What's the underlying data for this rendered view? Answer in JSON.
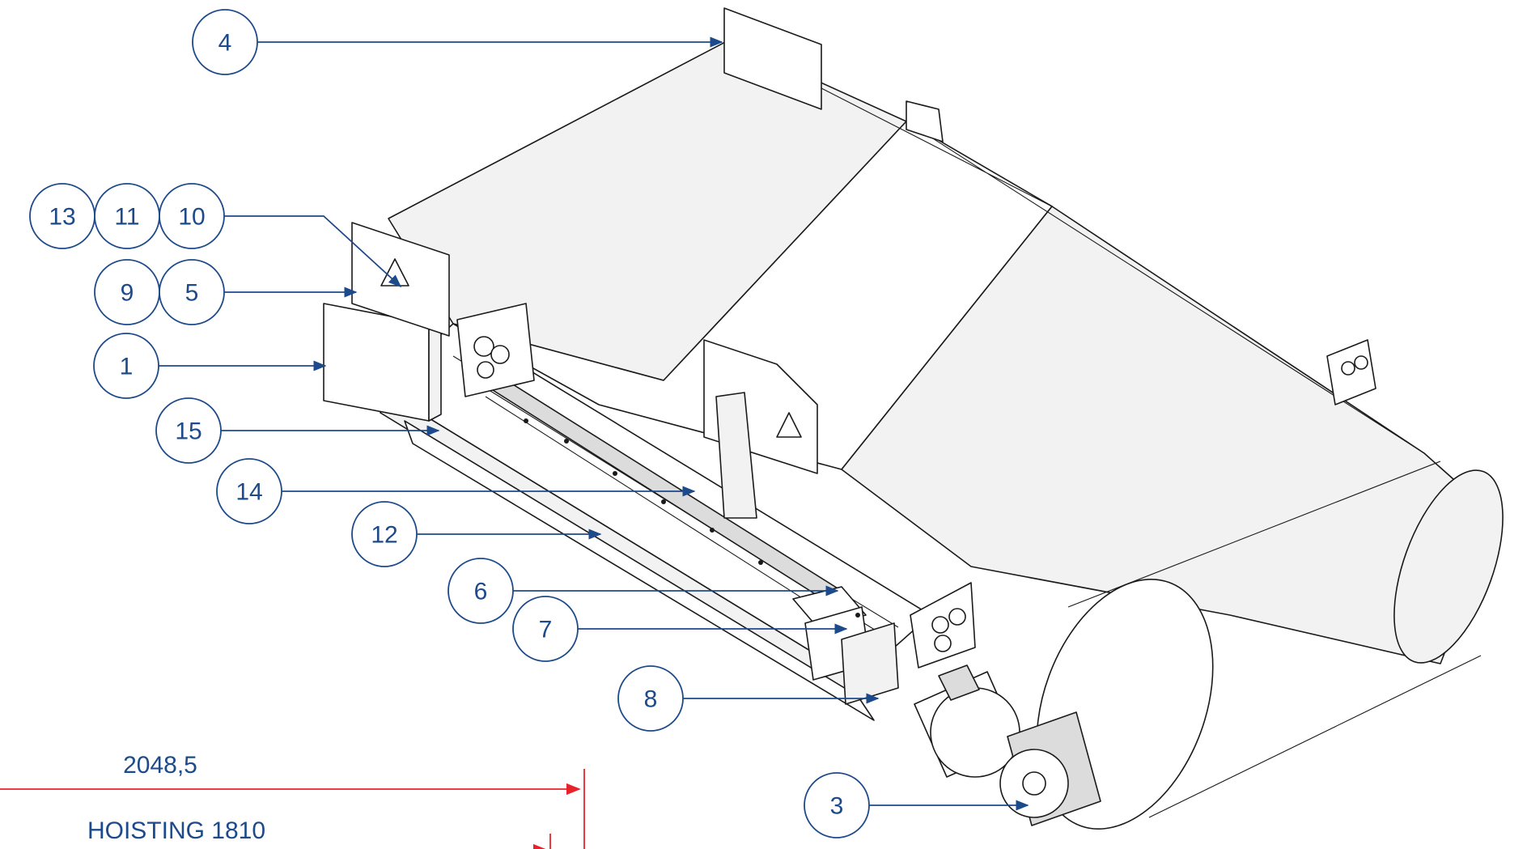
{
  "colors": {
    "balloon": "#1d4a8a",
    "dimension": "#e8222a",
    "outline": "#1a1a1a"
  },
  "balloons": [
    {
      "id": "b4",
      "label": "4"
    },
    {
      "id": "b13",
      "label": "13"
    },
    {
      "id": "b11",
      "label": "11"
    },
    {
      "id": "b10",
      "label": "10"
    },
    {
      "id": "b9",
      "label": "9"
    },
    {
      "id": "b5",
      "label": "5"
    },
    {
      "id": "b1",
      "label": "1"
    },
    {
      "id": "b15",
      "label": "15"
    },
    {
      "id": "b14",
      "label": "14"
    },
    {
      "id": "b12",
      "label": "12"
    },
    {
      "id": "b6",
      "label": "6"
    },
    {
      "id": "b7",
      "label": "7"
    },
    {
      "id": "b8",
      "label": "8"
    },
    {
      "id": "b3",
      "label": "3"
    }
  ],
  "dimensions": {
    "overall": "2048,5",
    "hoisting": "HOISTING 1810"
  }
}
